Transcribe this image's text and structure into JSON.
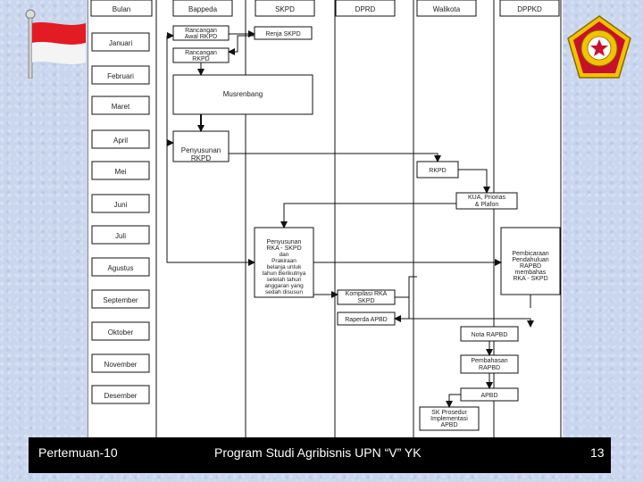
{
  "diagram": {
    "lane_headers": [
      "Bulan",
      "Bappeda",
      "SKPD",
      "DPRD",
      "Walikota",
      "DPPKD"
    ],
    "months": [
      "Januari",
      "Februari",
      "Maret",
      "April",
      "Mei",
      "Juni",
      "Juli",
      "Agustus",
      "September",
      "Oktober",
      "November",
      "Desember"
    ],
    "boxes": {
      "rancangan_awal_rkpd": [
        "Rancangan",
        "Awal RKPD"
      ],
      "renja_skpd": "Renja SKPD",
      "rancangan_rkpd": [
        "Rancangan",
        "RKPD"
      ],
      "musrenbang": "Musrenbang",
      "penyusunan_rkpd": [
        "Penyusunan",
        "RKPD"
      ],
      "rkpd": "RKPD",
      "kua_plafon": [
        "KUA, Priorias",
        "& Plafon"
      ],
      "penyusunan_rka": [
        "Penyusunan",
        "RKA - SKPD",
        "dan",
        "Prakiraan",
        "belanja untuk",
        "tahun Berikutnya",
        "setelah tahun",
        "anggaran yang",
        "sedah disusun"
      ],
      "pembicaraan": [
        "Pembicaraan",
        "Pendahuluan",
        "RAPBD",
        "membahas",
        "RKA - SKPD"
      ],
      "kompilasi_rka": [
        "Kompilasi RKA",
        "SKPD"
      ],
      "raperda_apbd": "Raperda APBD",
      "nota_rapbd": "Nota RAPBD",
      "pembahasan_rapbd": [
        "Pembahasan",
        "RAPBD"
      ],
      "apbd": "APBD",
      "sk_prosedur": [
        "SK Prosedur",
        "Implementasi",
        "APBD"
      ]
    }
  },
  "footer": {
    "left": "Pertemuan-10",
    "center": "Program Studi Agribisnis UPN “V” YK",
    "page": "13"
  },
  "colors": {
    "footer_bg": "#000000",
    "flag_red": "#e31b23",
    "logo_gold": "#f3c200",
    "logo_red": "#c8102e"
  },
  "icons": {
    "flag": "indonesia-flag-icon",
    "logo": "upn-logo-icon"
  }
}
